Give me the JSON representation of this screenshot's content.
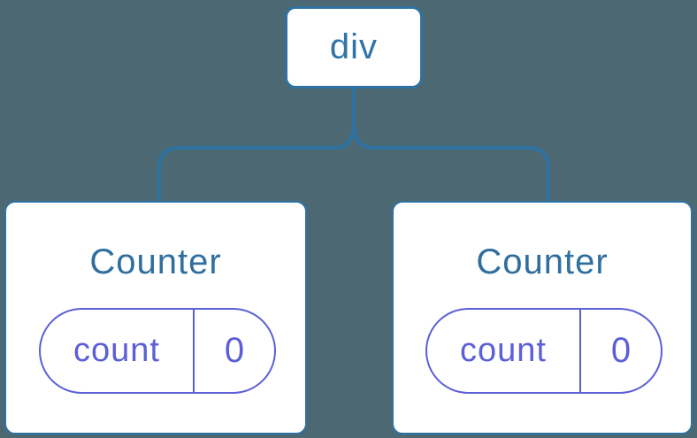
{
  "diagram": {
    "root": {
      "label": "div"
    },
    "children": [
      {
        "title": "Counter",
        "state": {
          "key": "count",
          "value": "0"
        }
      },
      {
        "title": "Counter",
        "state": {
          "key": "count",
          "value": "0"
        }
      }
    ],
    "colors": {
      "background": "#4C6973",
      "tree_blue": "#2E72A3",
      "card_background": "#FFFFFF",
      "state_purple": "#5C5FD6"
    }
  }
}
